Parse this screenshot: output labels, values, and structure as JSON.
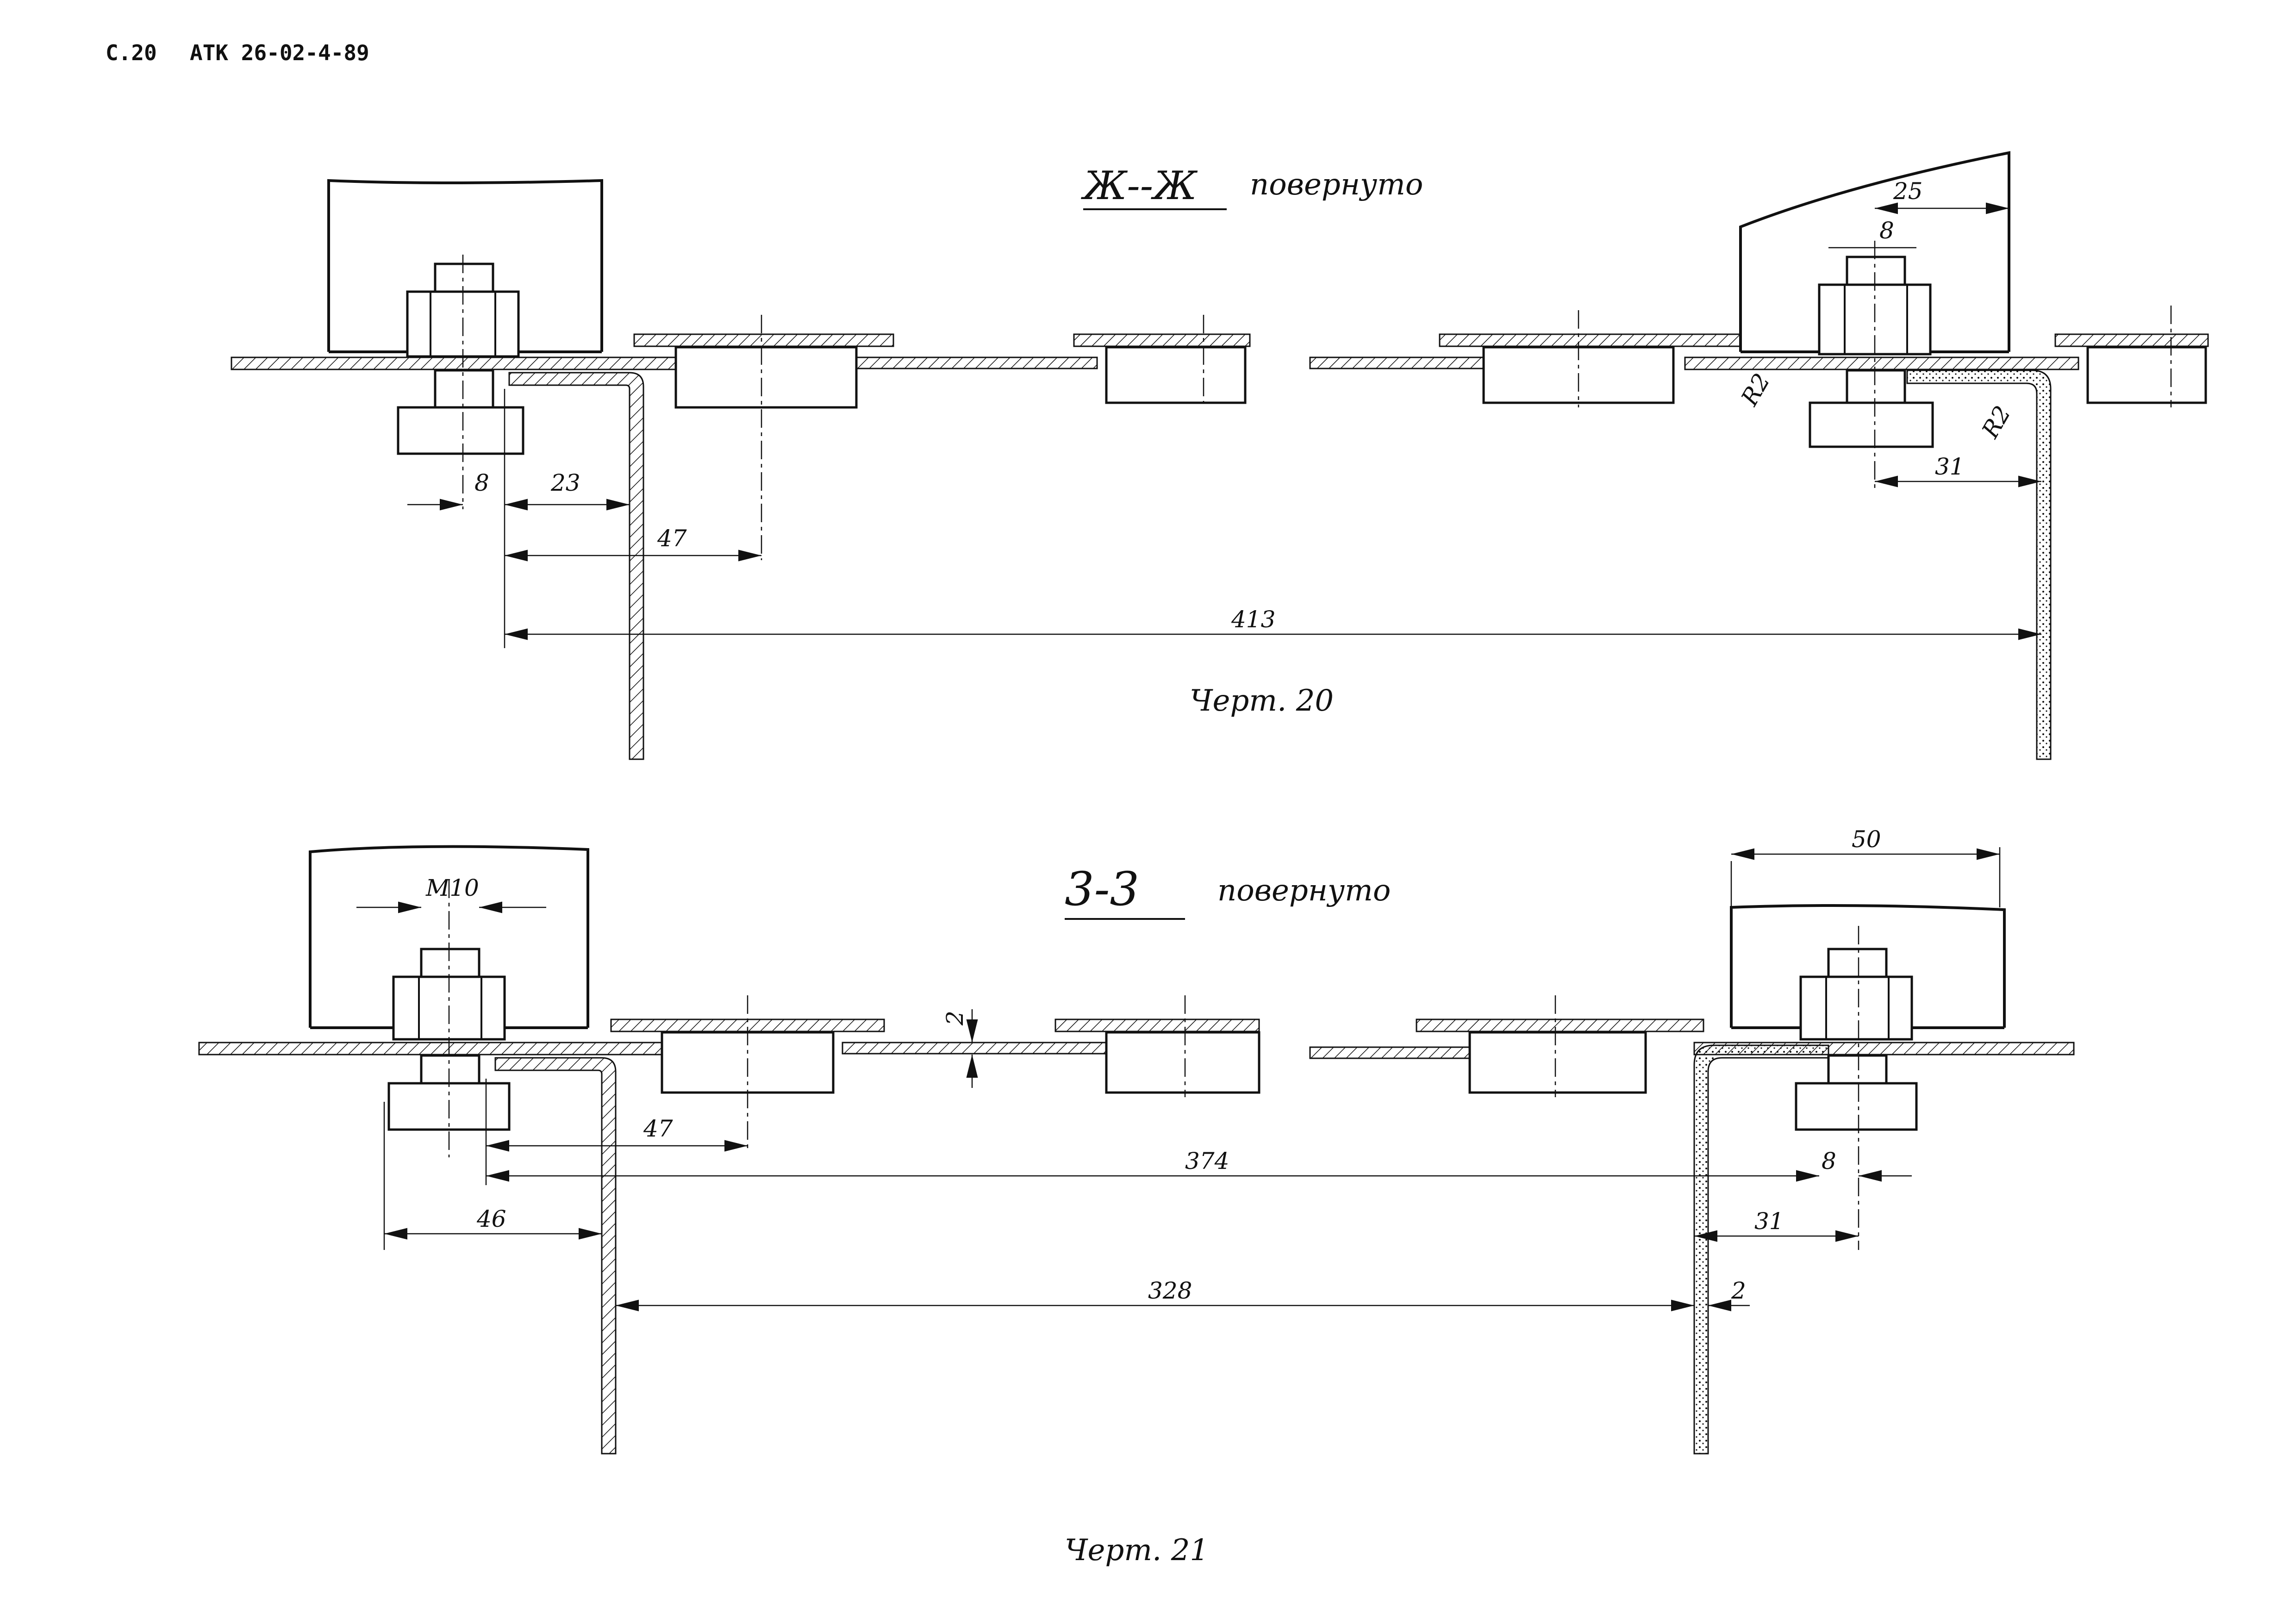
{
  "header": {
    "page": "С.20",
    "doc": "АТК 26-02-4-89"
  },
  "figure20": {
    "section_label": "Ж--Ж",
    "section_note": "повернуто",
    "caption": "Черт. 20",
    "dims": {
      "d8_left": "8",
      "d23": "23",
      "d47": "47",
      "d413": "413",
      "d25": "25",
      "d8_right": "8",
      "d31": "31",
      "r2_a": "R2",
      "r2_b": "R2"
    }
  },
  "figure21": {
    "section_label": "3-3",
    "section_note": "повернуто",
    "caption": "Черт. 21",
    "dims": {
      "m10": "M10",
      "d2_top": "2",
      "d47": "47",
      "d374": "374",
      "d46": "46",
      "d328": "328",
      "d2_right": "2",
      "d50": "50",
      "d8": "8",
      "d31": "31"
    }
  }
}
